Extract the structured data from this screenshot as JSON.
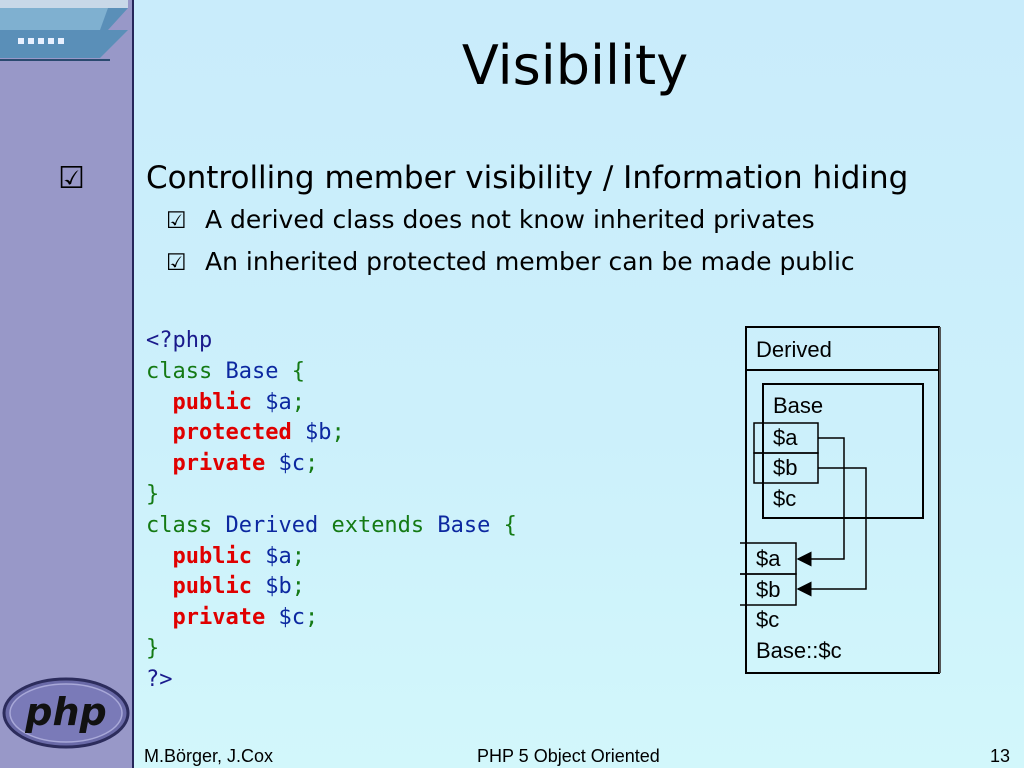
{
  "slide": {
    "title": "Visibility",
    "main_bullet": "Controlling member visibility / Information hiding",
    "sub_bullets": [
      "A derived class does not know inherited privates",
      "An inherited protected member can be made public"
    ],
    "checkbox_glyph": "☑"
  },
  "code": {
    "open_tag": "<?php",
    "kw_class": "class",
    "base_name": "Base",
    "derived_name": "Derived",
    "kw_extends": "extends",
    "open_brace": "{",
    "close_brace": "}",
    "kw_public": "public",
    "kw_protected": "protected",
    "kw_private": "private",
    "var_a": "$a",
    "var_b": "$b",
    "var_c": "$c",
    "semicolon": ";",
    "close_tag": "?>"
  },
  "diagram": {
    "derived_label": "Derived",
    "base_label": "Base",
    "base_members": [
      "$a",
      "$b",
      "$c"
    ],
    "derived_members": [
      "$a",
      "$b",
      "$c",
      "Base::$c"
    ]
  },
  "footer": {
    "author": "M.Börger, J.Cox",
    "title": "PHP 5 Object Oriented",
    "page": "13"
  },
  "colors": {
    "sidebar": "#9898c8",
    "background": "#ccf0fb",
    "keyword_green": "#147a14",
    "identifier_blue": "#0c28a0",
    "modifier_red": "#e00000"
  }
}
